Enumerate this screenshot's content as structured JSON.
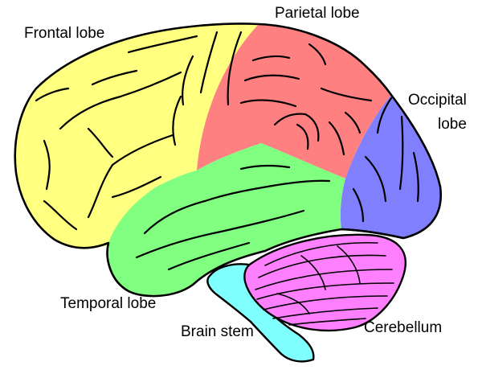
{
  "labels": {
    "frontal": "Frontal lobe",
    "parietal": "Parietal lobe",
    "occipital_line1": "Occipital",
    "occipital_line2": "lobe",
    "temporal": "Temporal lobe",
    "brain_stem": "Brain stem",
    "cerebellum": "Cerebellum"
  },
  "colors": {
    "frontal": "#ffff80",
    "parietal": "#ff8080",
    "occipital": "#8080ff",
    "temporal": "#80ff80",
    "cerebellum": "#ff80ff",
    "brain_stem": "#80ffff",
    "outline": "#000000"
  }
}
